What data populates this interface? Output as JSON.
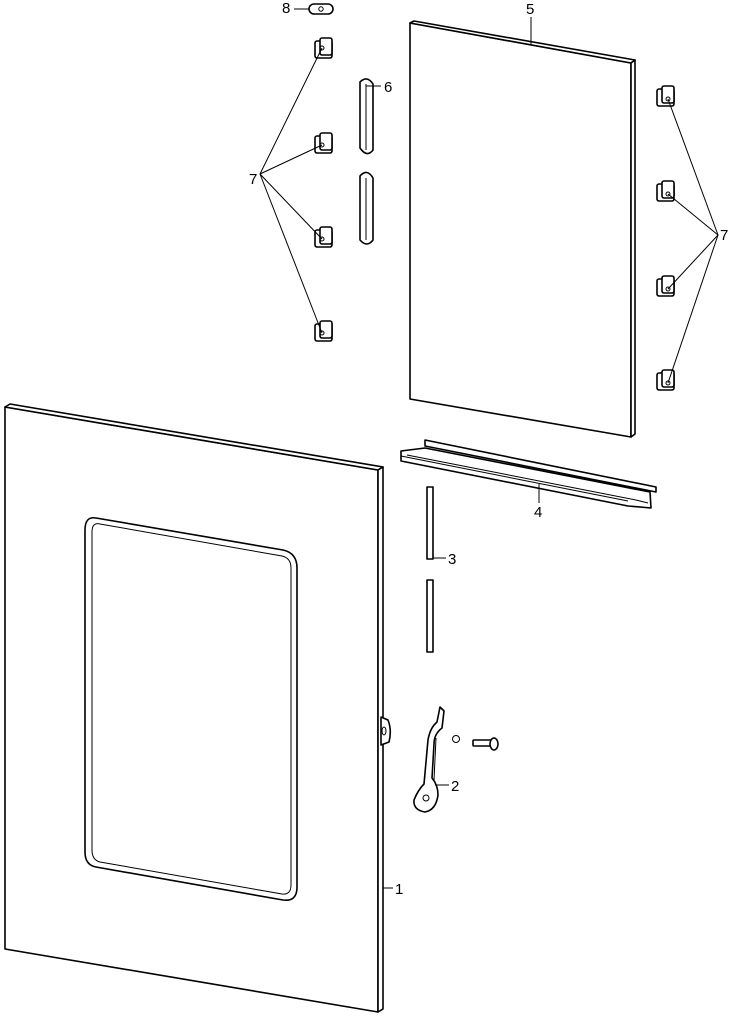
{
  "callouts": {
    "p1": "1",
    "p2": "2",
    "p3": "3",
    "p4": "4",
    "p5": "5",
    "p6": "6",
    "p7_left": "7",
    "p7_right": "7",
    "p8": "8"
  }
}
